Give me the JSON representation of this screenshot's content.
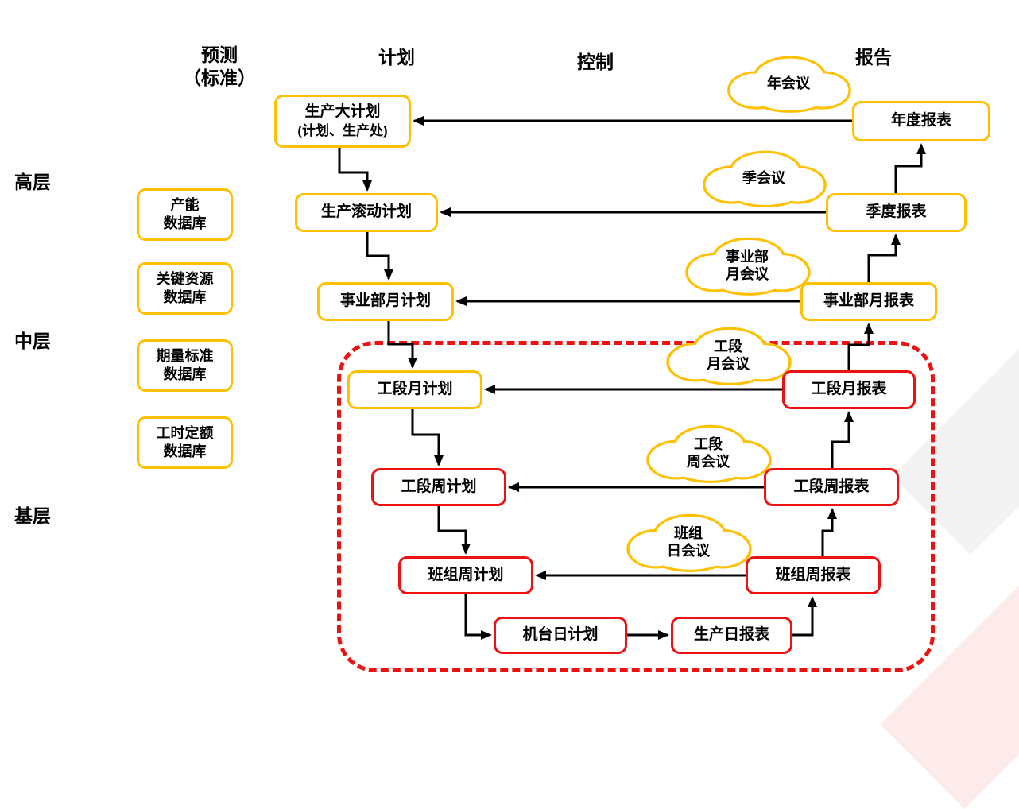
{
  "headers": {
    "forecast_line1": "预测",
    "forecast_line2": "（标准）",
    "plan": "计划",
    "control": "控制",
    "report": "报告"
  },
  "levels": {
    "top": "高层",
    "middle": "中层",
    "base": "基层"
  },
  "databases": [
    {
      "line1": "产能",
      "line2": "数据库"
    },
    {
      "line1": "关键资源",
      "line2": "数据库"
    },
    {
      "line1": "期量标准",
      "line2": "数据库"
    },
    {
      "line1": "工时定额",
      "line2": "数据库"
    }
  ],
  "plans": [
    {
      "line1": "生产大计划",
      "line2": "(计划、生产处)"
    },
    {
      "label": "生产滚动计划"
    },
    {
      "label": "事业部月计划"
    },
    {
      "label": "工段月计划"
    },
    {
      "label": "工段周计划"
    },
    {
      "label": "班组周计划"
    },
    {
      "label": "机台日计划"
    }
  ],
  "reports": [
    {
      "label": "年度报表"
    },
    {
      "label": "季度报表"
    },
    {
      "label": "事业部月报表"
    },
    {
      "label": "工段月报表"
    },
    {
      "label": "工段周报表"
    },
    {
      "label": "班组周报表"
    },
    {
      "label": "生产日报表"
    }
  ],
  "meetings": [
    {
      "lines": [
        "年会议"
      ]
    },
    {
      "lines": [
        "季会议"
      ]
    },
    {
      "lines": [
        "事业部",
        "月会议"
      ]
    },
    {
      "lines": [
        "工段",
        "月会议"
      ]
    },
    {
      "lines": [
        "工段",
        "周会议"
      ]
    },
    {
      "lines": [
        "班组",
        "日会议"
      ]
    }
  ],
  "colors": {
    "yellow": "#FFC000",
    "red": "#EE1111",
    "arrow": "#000000"
  }
}
